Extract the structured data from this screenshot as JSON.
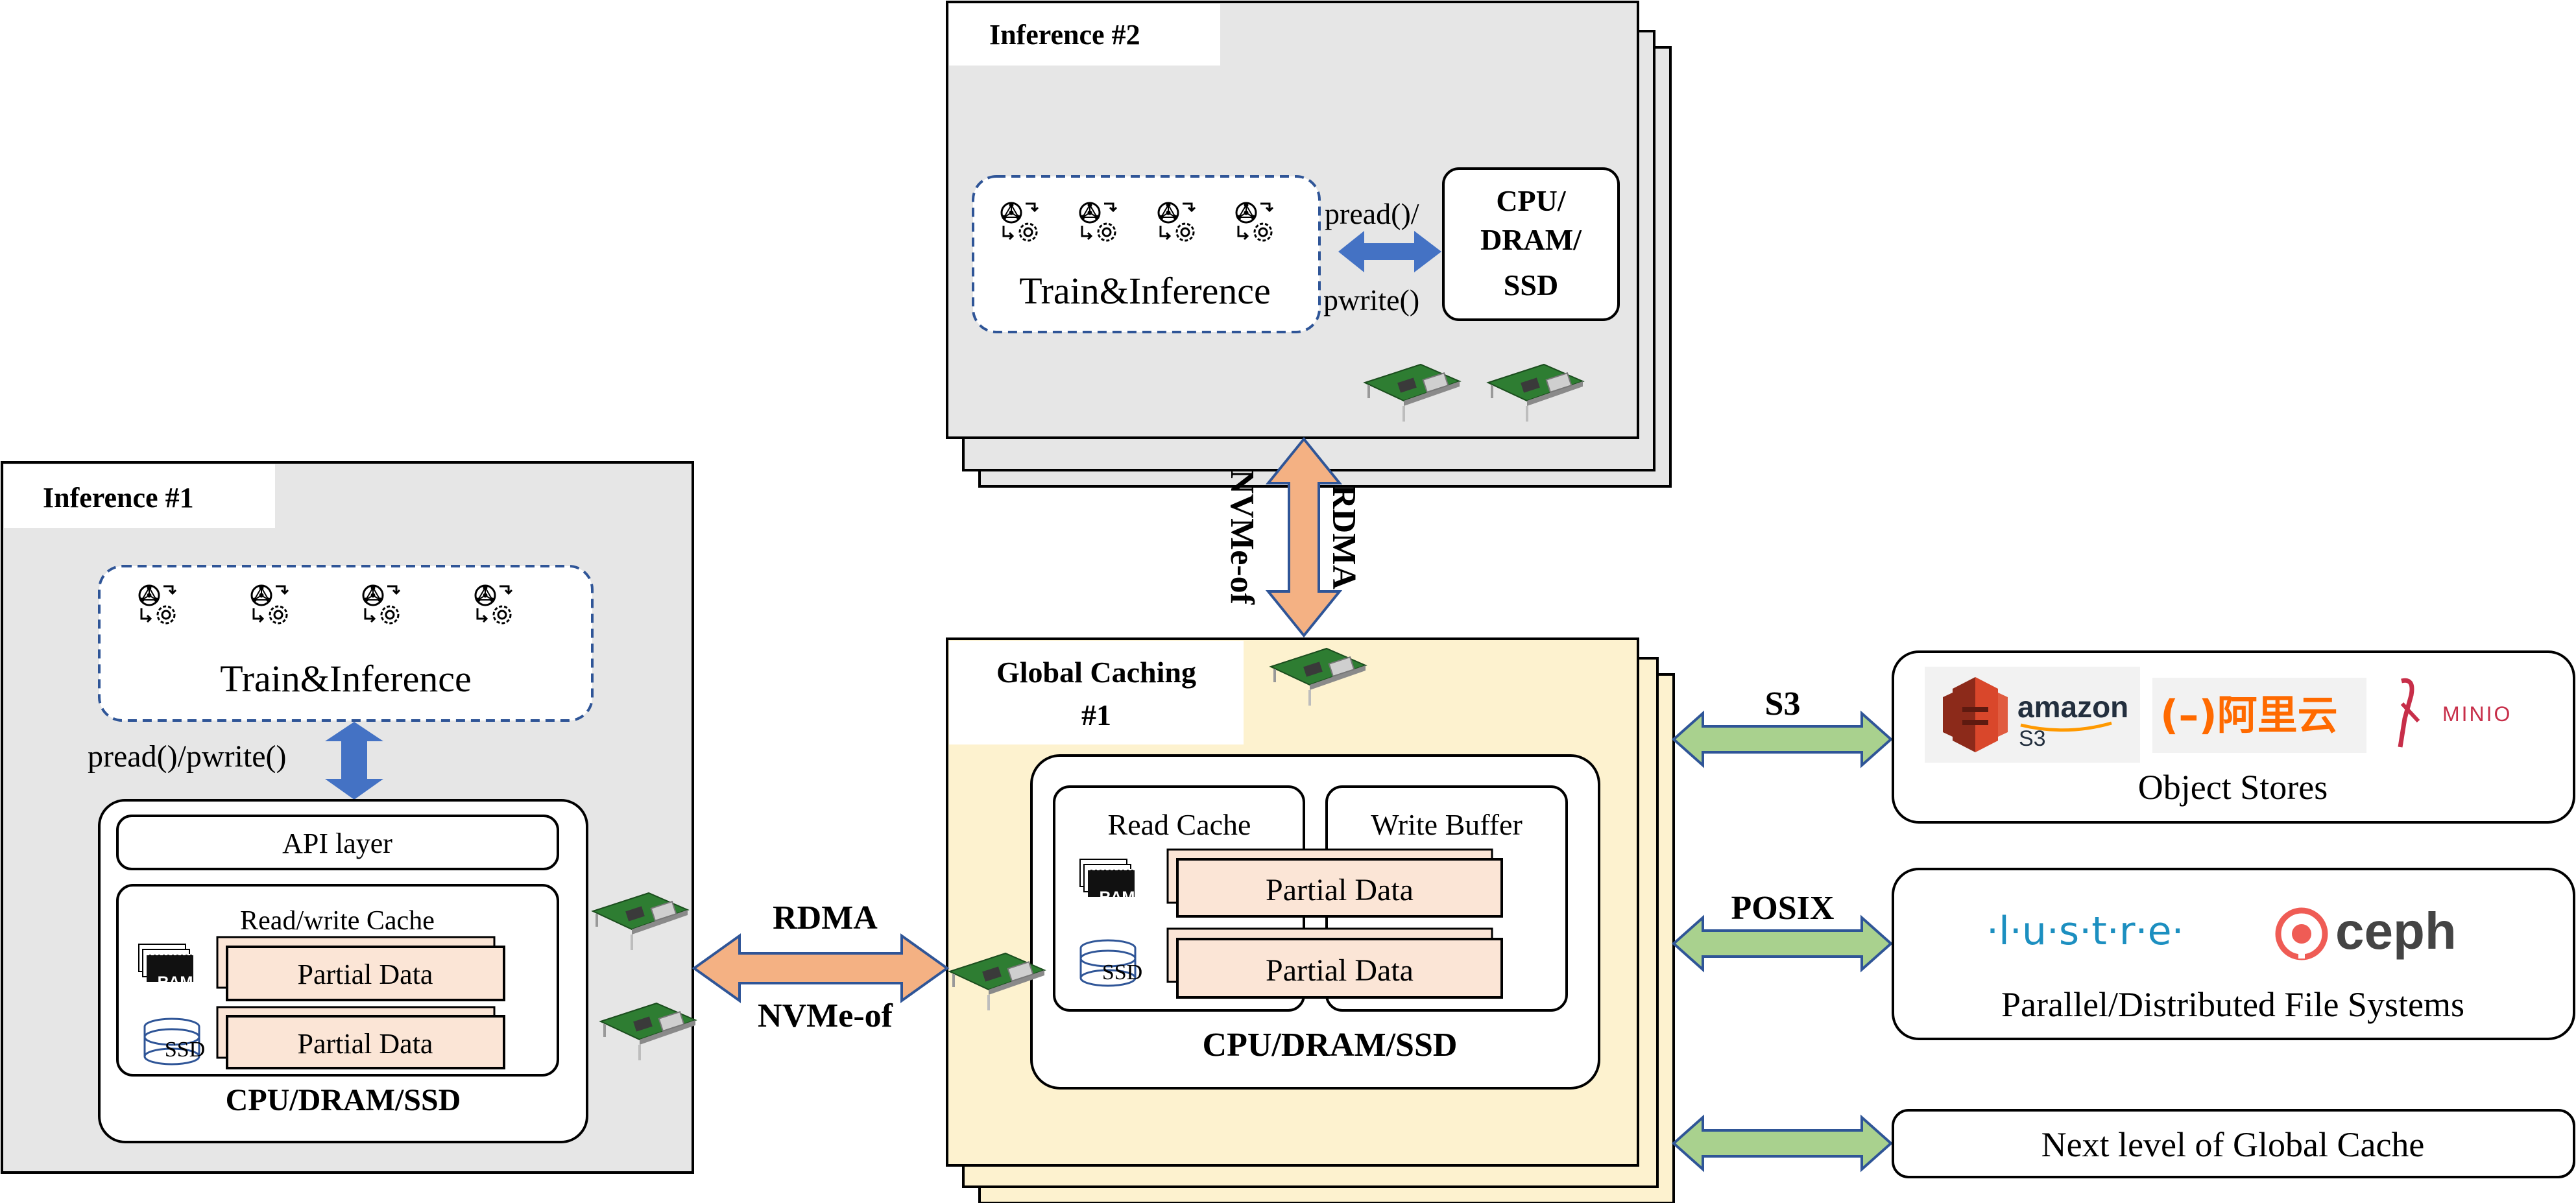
{
  "inference1": {
    "title": "Inference #1",
    "train_label": "Train&Inference",
    "io_label": "pread()/pwrite()",
    "api_label": "API layer",
    "cache_label": "Read/write Cache",
    "partial1": "Partial Data",
    "partial2": "Partial Data",
    "ram_label": "RAM",
    "ssd_label": "SSD",
    "footer": "CPU/DRAM/SSD"
  },
  "inference2": {
    "title": "Inference #2",
    "train_label": "Train&Inference",
    "io_top": "pread()/",
    "io_bottom": "pwrite()",
    "cpu_line1": "CPU/",
    "cpu_line2": "DRAM/",
    "cpu_line3": "SSD"
  },
  "global_cache": {
    "title_line1": "Global Caching",
    "title_line2": "#1",
    "read_cache": "Read Cache",
    "write_buffer": "Write Buffer",
    "partial1": "Partial Data",
    "partial2": "Partial Data",
    "ram_label": "RAM",
    "ssd_label": "SSD",
    "footer": "CPU/DRAM/SSD"
  },
  "links": {
    "h_top": "RDMA",
    "h_bottom": "NVMe-of",
    "v_right": "RDMA",
    "v_left": "NVMe-of",
    "s3": "S3",
    "posix": "POSIX"
  },
  "object_stores": {
    "label": "Object Stores",
    "amazon_line1": "amazon",
    "amazon_line2": "S3",
    "aliyun": "(–)阿里云",
    "minio": "MINIO"
  },
  "filesystems": {
    "label": "Parallel/Distributed File Systems",
    "lustre": "·l·u·s·t·r·e·",
    "ceph": "ceph"
  },
  "next_level": {
    "label": "Next level of Global Cache"
  },
  "colors": {
    "panel_gray": "#e6e6e6",
    "panel_yellow": "#fdf2cf",
    "dashed_blue": "#2f5597",
    "arrow_blue": "#4472c4",
    "arrow_orange": "#f4b183",
    "arrow_green": "#a9d18e",
    "partial_fill": "#fbe5d6",
    "amazon_red": "#d9472b",
    "aliyun_orange": "#ff6a00",
    "minio_red": "#c72e49",
    "lustre_blue": "#1c8fc0",
    "ceph_red": "#ef5c55",
    "ceph_text": "#444444"
  }
}
